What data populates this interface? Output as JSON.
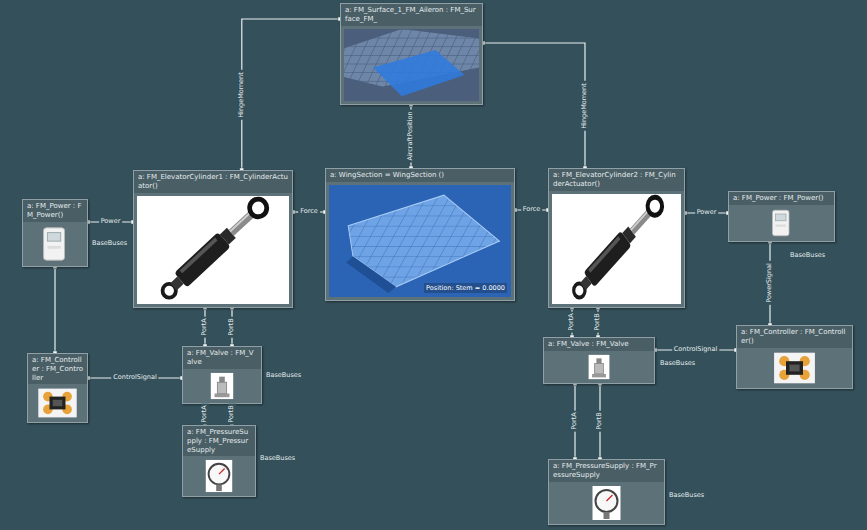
{
  "diagram": {
    "nodes": [
      {
        "text": [
          "a: FM_Surface_1_FM_Aileron : FM_Surface_FM_"
        ]
      },
      {
        "text": [
          "a: FM_ElevatorCylinder1 : FM_CylinderActuator()"
        ]
      },
      {
        "text": [
          "a: WingSection = WingSection ()",
          "Position: Stem = 0.0000"
        ]
      },
      {
        "text": [
          "a: FM_ElevatorCylinder2 : FM_CylinderActuator()"
        ]
      },
      {
        "text": [
          "a: FM_Power : FM_Power()"
        ]
      },
      {
        "text": [
          "a: FM_Power : FM_Power()"
        ]
      },
      {
        "text": [
          "a: FM_Controller : FM_Controller"
        ]
      },
      {
        "text": [
          "a: FM_Valve : FM_Valve"
        ]
      },
      {
        "text": [
          "a: FM_PressureSupply : FM_PressureSupply"
        ]
      },
      {
        "text": [
          "a: FM_Valve : FM_Valve"
        ]
      },
      {
        "text": [
          "a: FM_Controller : FM_Controller()"
        ]
      },
      {
        "text": [
          "a: FM_PressureSupply : FM_PressureSupply"
        ]
      }
    ],
    "edges": [
      {
        "from": 0,
        "to": 1,
        "arrow": "none",
        "label": "HingeMoment"
      },
      {
        "from": 0,
        "to": 3,
        "arrow": "none",
        "label": "HingeMoment"
      },
      {
        "from": 0,
        "to": 2,
        "arrow": "none",
        "label": "AircraftPosition"
      },
      {
        "from": 1,
        "to": 2,
        "arrow": "none",
        "label": "Force"
      },
      {
        "from": 2,
        "to": 3,
        "arrow": "none",
        "label": "Force"
      },
      {
        "from": 4,
        "to": 1,
        "arrow": "none",
        "label": "Power"
      },
      {
        "from": 4,
        "to": 6,
        "arrow": "none"
      },
      {
        "from": 6,
        "to": 7,
        "arrow": "none",
        "label": "ControlSignal"
      },
      {
        "from": 1,
        "to": 7,
        "arrow": "none",
        "label": "PortA"
      },
      {
        "from": 1,
        "to": 7,
        "arrow": "none",
        "label": "PortB"
      },
      {
        "from": 7,
        "to": 8,
        "arrow": "none",
        "label": "PortA"
      },
      {
        "from": 7,
        "to": 8,
        "arrow": "none",
        "label": "PortB"
      },
      {
        "from": 3,
        "to": 5,
        "arrow": "none",
        "label": "Power"
      },
      {
        "from": 5,
        "to": 10,
        "arrow": "none",
        "label": "PowerSignal"
      },
      {
        "from": 10,
        "to": 9,
        "arrow": "none",
        "label": "ControlSignal"
      },
      {
        "from": 3,
        "to": 9,
        "arrow": "none",
        "label": "PortA"
      },
      {
        "from": 3,
        "to": 9,
        "arrow": "none",
        "label": "PortB"
      },
      {
        "from": 9,
        "to": 11,
        "arrow": "none",
        "label": "PortA"
      },
      {
        "from": 9,
        "to": 11,
        "arrow": "none",
        "label": "PortB"
      }
    ],
    "labels": [
      "BaseBuses",
      "BaseBuses",
      "BaseBuses",
      "BaseBuses",
      "BaseBuses",
      "BaseBuses"
    ]
  }
}
